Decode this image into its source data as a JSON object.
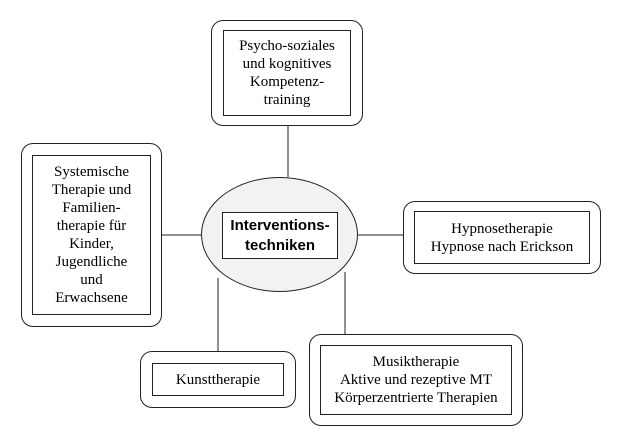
{
  "center": {
    "lines": [
      "Interventions-",
      "techniken"
    ]
  },
  "nodes": {
    "top": {
      "lines": [
        "Psycho-soziales",
        "und kognitives",
        "Kompetenz-",
        "training"
      ]
    },
    "left": {
      "lines": [
        "Systemische",
        "Therapie und",
        "Familien-",
        "therapie für",
        "Kinder,",
        "Jugendliche",
        "und",
        "Erwachsene"
      ]
    },
    "right": {
      "lines": [
        "Hypnosetherapie",
        "Hypnose nach Erickson"
      ]
    },
    "bottom_left": {
      "lines": [
        "Kunsttherapie"
      ]
    },
    "bottom_right": {
      "lines": [
        "Musiktherapie",
        "Aktive und rezeptive MT",
        "Körperzentrierte Therapien"
      ]
    }
  },
  "colors": {
    "stroke": "#222222",
    "ellipse_fill": "#f2f2f2",
    "background": "#ffffff"
  }
}
